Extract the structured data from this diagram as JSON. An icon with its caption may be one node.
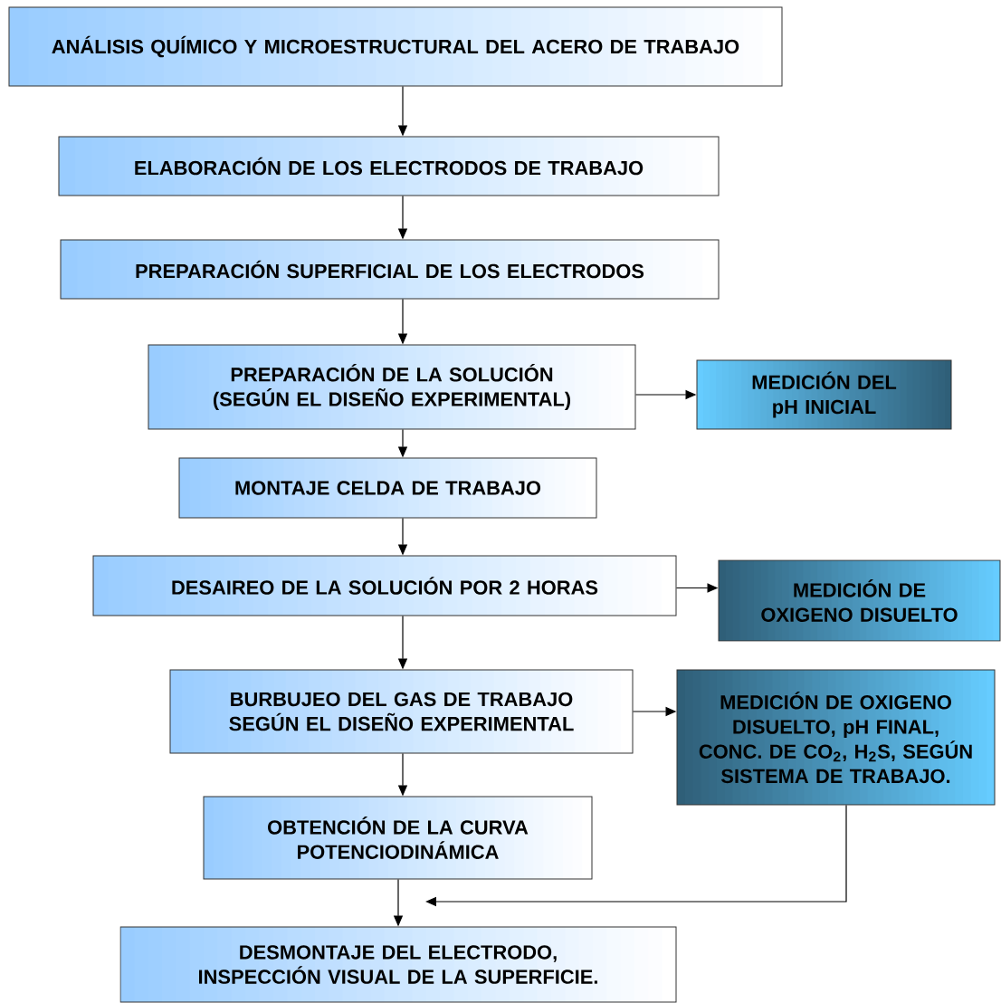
{
  "diagram": {
    "nodes": [
      {
        "text": [
          "ANÁLISIS QUÍMICO Y MICROESTRUCTURAL DEL ACERO DE TRABAJO"
        ]
      },
      {
        "text": [
          "ELABORACIÓN DE LOS ELECTRODOS DE TRABAJO"
        ]
      },
      {
        "text": [
          "PREPARACIÓN SUPERFICIAL DE LOS ELECTRODOS"
        ]
      },
      {
        "text": [
          "PREPARACIÓN DE LA SOLUCIÓN (SEGÚN EL DISEÑO EXPERIMENTAL)"
        ]
      },
      {
        "text": [
          "MEDICIÓN DEL pH INICIAL"
        ]
      },
      {
        "text": [
          "MONTAJE CELDA DE TRABAJO"
        ]
      },
      {
        "text": [
          "DESAIREO DE LA SOLUCIÓN POR 2 HORAS"
        ]
      },
      {
        "text": [
          "MEDICIÓN DE OXIGENO DISUELTO"
        ]
      },
      {
        "text": [
          "BURBUJEO DEL GAS DE TRABAJO SEGÚN EL DISEÑO EXPERIMENTAL"
        ]
      },
      {
        "text": [
          "MEDICIÓN DE OXIGENO DISUELTO, pH FINAL, CONC. DE CO$_{2}$, H$_{2}$S, SEGÚN SISTEMA DE TRABAJO."
        ]
      },
      {
        "text": [
          "OBTENCIÓN DE LA CURVA POTENCIODINÁMICA"
        ]
      },
      {
        "text": [
          "DESMONTAJE DEL ELECTRODO, INSPECCIÓN VISUAL DE LA SUPERFICIE."
        ]
      }
    ],
    "edges": [
      {
        "from": 0,
        "to": 1,
        "arrow": "to"
      },
      {
        "from": 1,
        "to": 2,
        "arrow": "to"
      },
      {
        "from": 2,
        "to": 3,
        "arrow": "to"
      },
      {
        "from": 3,
        "to": 4,
        "arrow": "to"
      },
      {
        "from": 3,
        "to": 5,
        "arrow": "to"
      },
      {
        "from": 5,
        "to": 6,
        "arrow": "to"
      },
      {
        "from": 6,
        "to": 7,
        "arrow": "to"
      },
      {
        "from": 6,
        "to": 8,
        "arrow": "to"
      },
      {
        "from": 8,
        "to": 9,
        "arrow": "to"
      },
      {
        "from": 8,
        "to": 10,
        "arrow": "to"
      },
      {
        "from": 10,
        "to": 11,
        "arrow": "to"
      },
      {
        "from": 9,
        "to": null,
        "arrow": "to"
      }
    ]
  }
}
